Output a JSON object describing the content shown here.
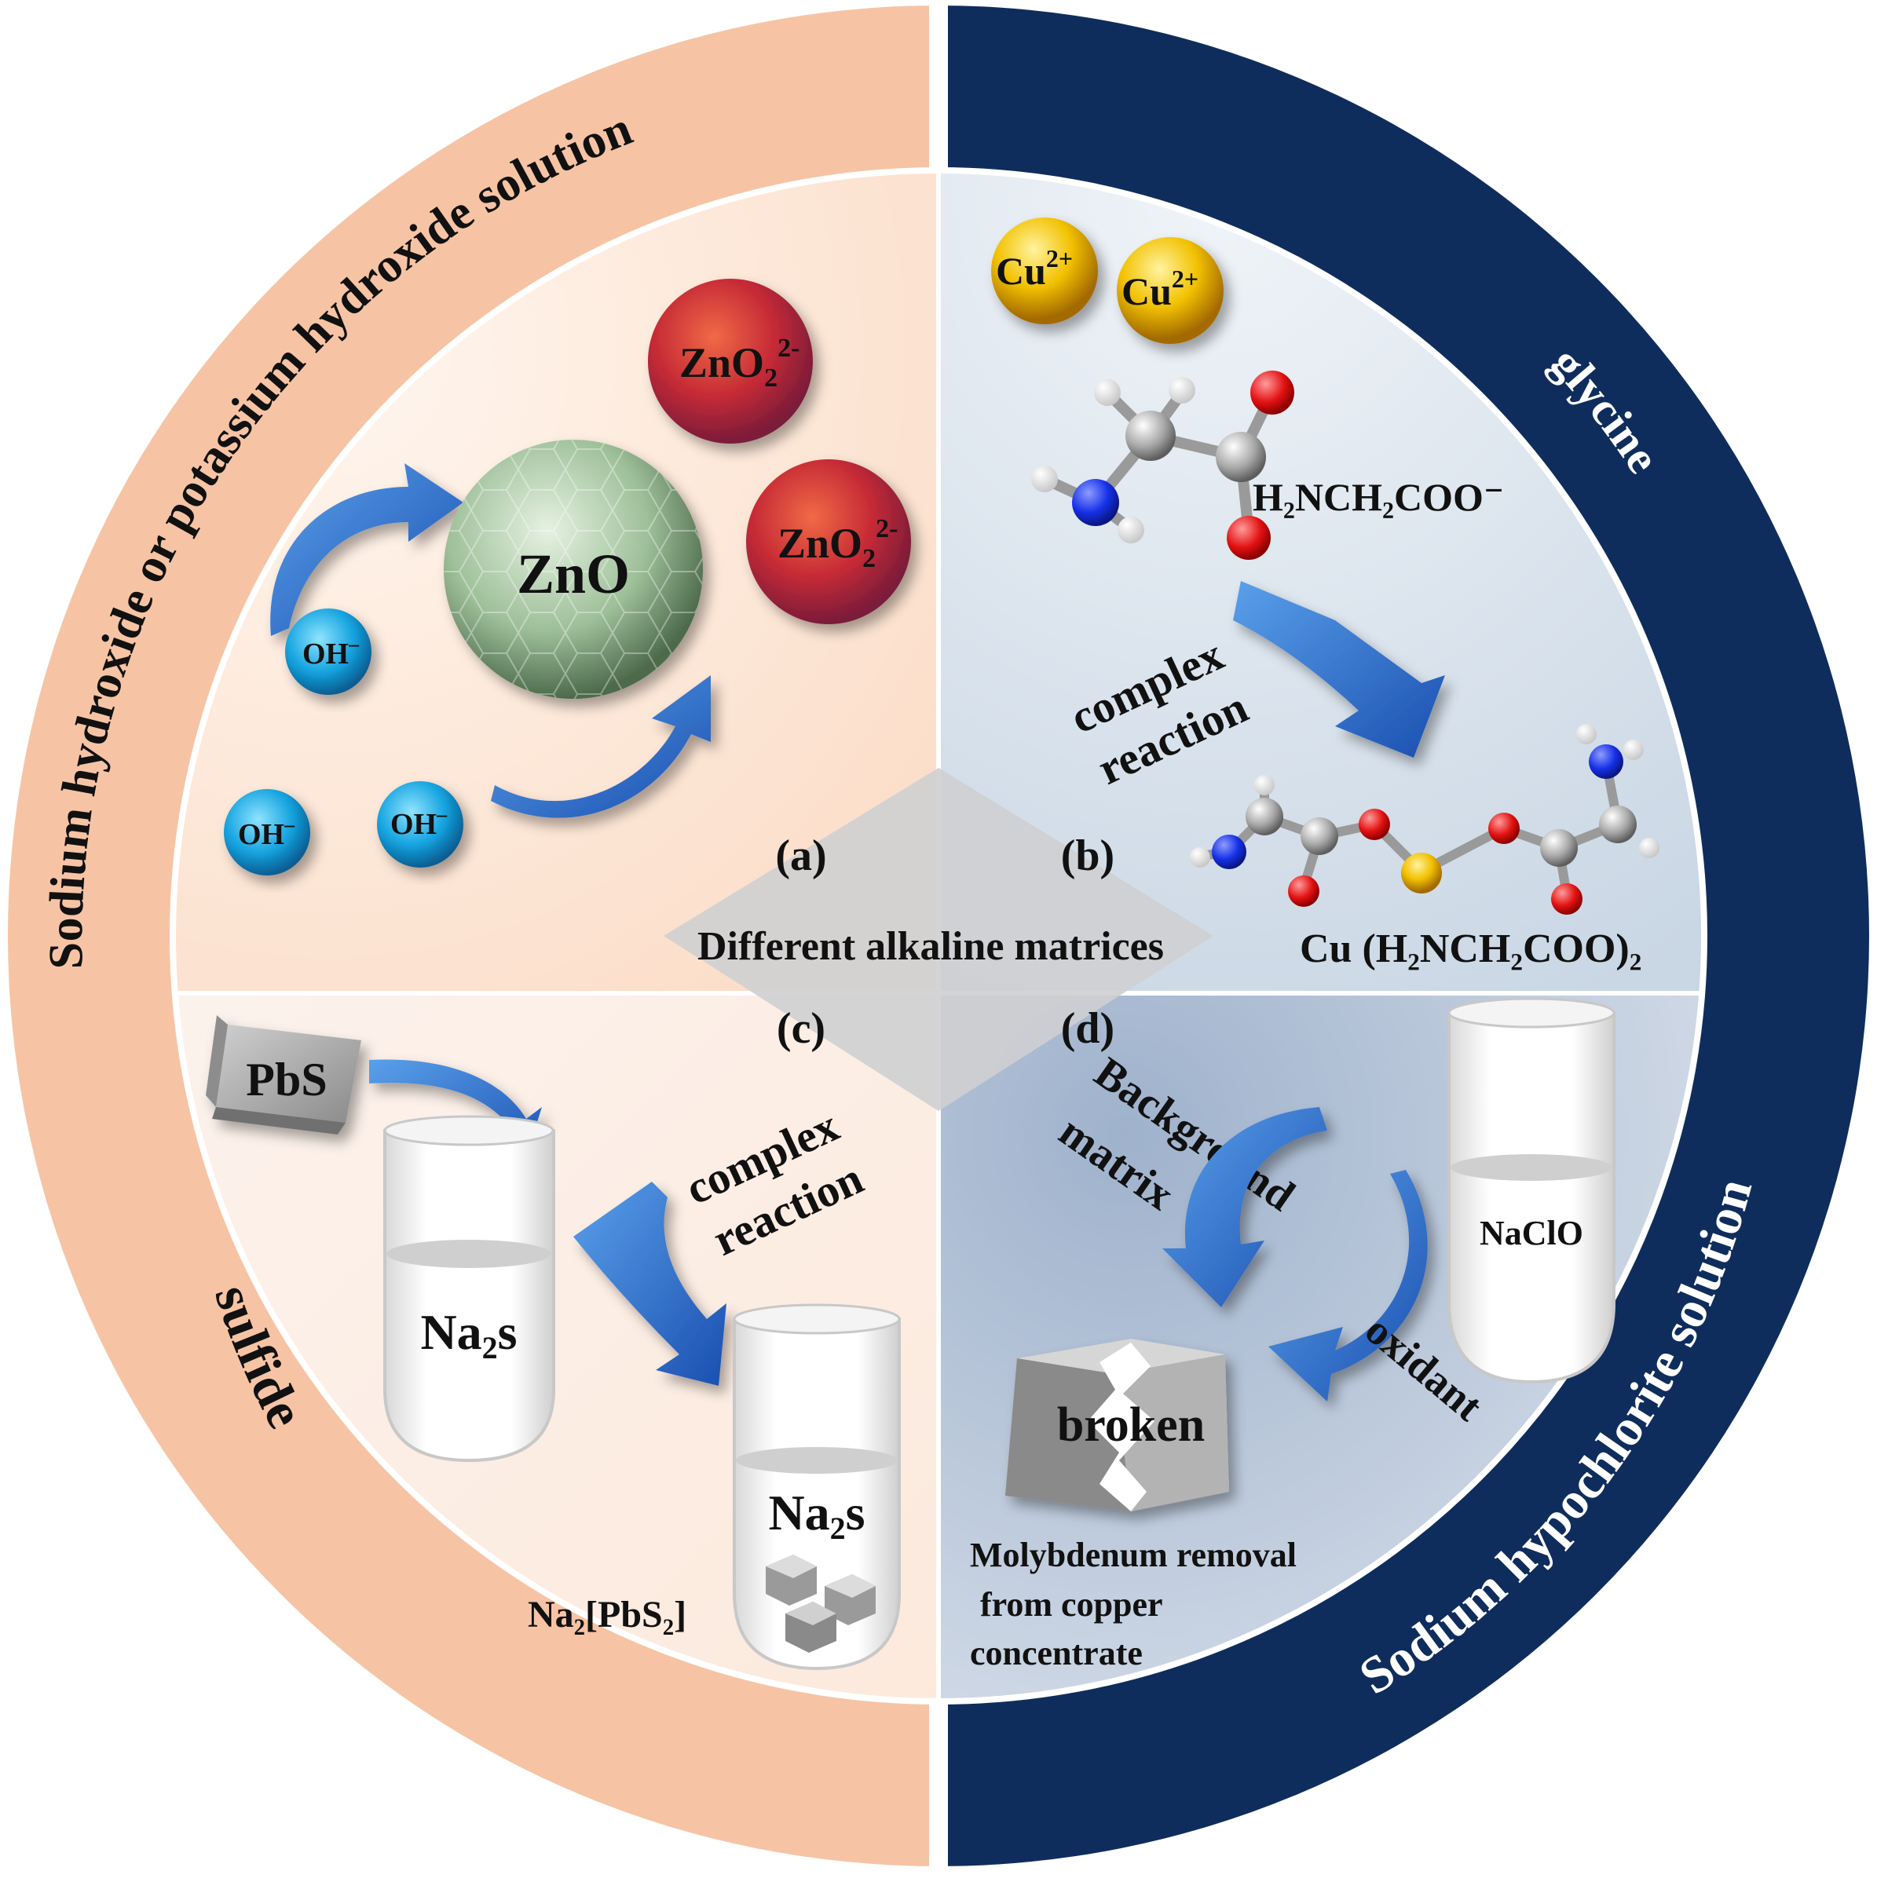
{
  "center": {
    "title": "Different alkaline matrices",
    "label_a": "(a)",
    "label_b": "(b)",
    "label_c": "(c)",
    "label_d": "(d)"
  },
  "ring": {
    "left_top": "Sodium hydroxide or potassium hydroxide solution",
    "left_bottom": "sulfide",
    "right_top": "glycine",
    "right_bottom": "Sodium hypochlorite solution"
  },
  "panel_a": {
    "zno": "ZnO",
    "zincate": "ZnO",
    "zincate_sub": "2",
    "zincate_sup": "2-",
    "hydroxide": "OH",
    "hydroxide_sup": "–"
  },
  "panel_b": {
    "cu": "Cu",
    "cu_sup": "2+",
    "glycinate": "H₂NCH₂COO⁻",
    "reaction_line1": "complex",
    "reaction_line2": "reaction",
    "complex_formula": "Cu (H₂NCH₂COO)₂"
  },
  "panel_c": {
    "pbs": "PbS",
    "reagent": "Na",
    "reagent_sub": "2",
    "reagent_tail": "s",
    "reaction_line1": "complex",
    "reaction_line2": "reaction",
    "product": "Na₂[PbS₂]"
  },
  "panel_d": {
    "background_line1": "Background",
    "background_line2": "matrix",
    "oxidant": "oxidant",
    "naclo": "NaClO",
    "broken": "broken",
    "removal_line1": "Molybdenum removal",
    "removal_line2": "from copper",
    "removal_line3": "concentrate"
  },
  "colors": {
    "salmon_ring": "#f6c4a4",
    "navy_ring": "#0f2d5c",
    "arrow_blue": "#1f63c6",
    "zincate_red": "#c52f3c",
    "zno_green": "#a7c9a3",
    "hydroxide_blue": "#1faee6",
    "copper_gold": "#e7b300"
  }
}
